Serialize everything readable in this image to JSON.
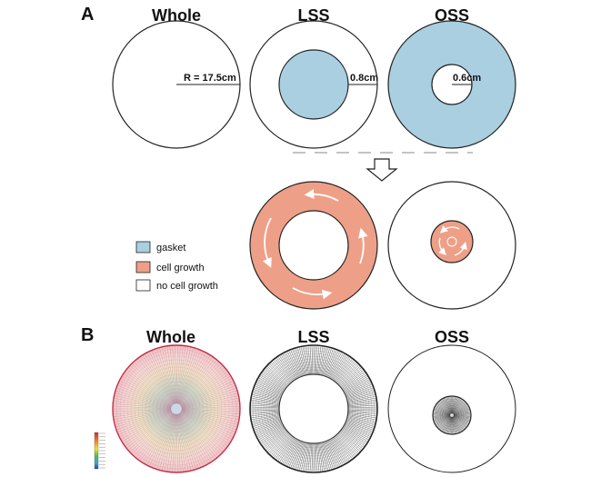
{
  "panels": {
    "a": {
      "letter": "A"
    },
    "b": {
      "letter": "B"
    }
  },
  "columns": {
    "whole": "Whole",
    "lss": "LSS",
    "oss": "OSS"
  },
  "dimensions": {
    "radius": "R = 17.5cm",
    "lss_gap": "0.8cm",
    "oss_hole": "0.6cm"
  },
  "legend": [
    {
      "label": "gasket",
      "color": "#a9cfe0"
    },
    {
      "label": "cell growth",
      "color": "#ee9f87"
    },
    {
      "label": "no cell growth",
      "color": "#ffffff"
    }
  ],
  "colors": {
    "gasket": "#a9cfe0",
    "cell_growth": "#ee9f87",
    "outline": "#222222",
    "mesh_whole_edge": "#c0304a",
    "mesh_dark": "#333333"
  },
  "icons": {
    "transition": "down-arrow-icon",
    "flow": "curved-arrow-icon"
  }
}
